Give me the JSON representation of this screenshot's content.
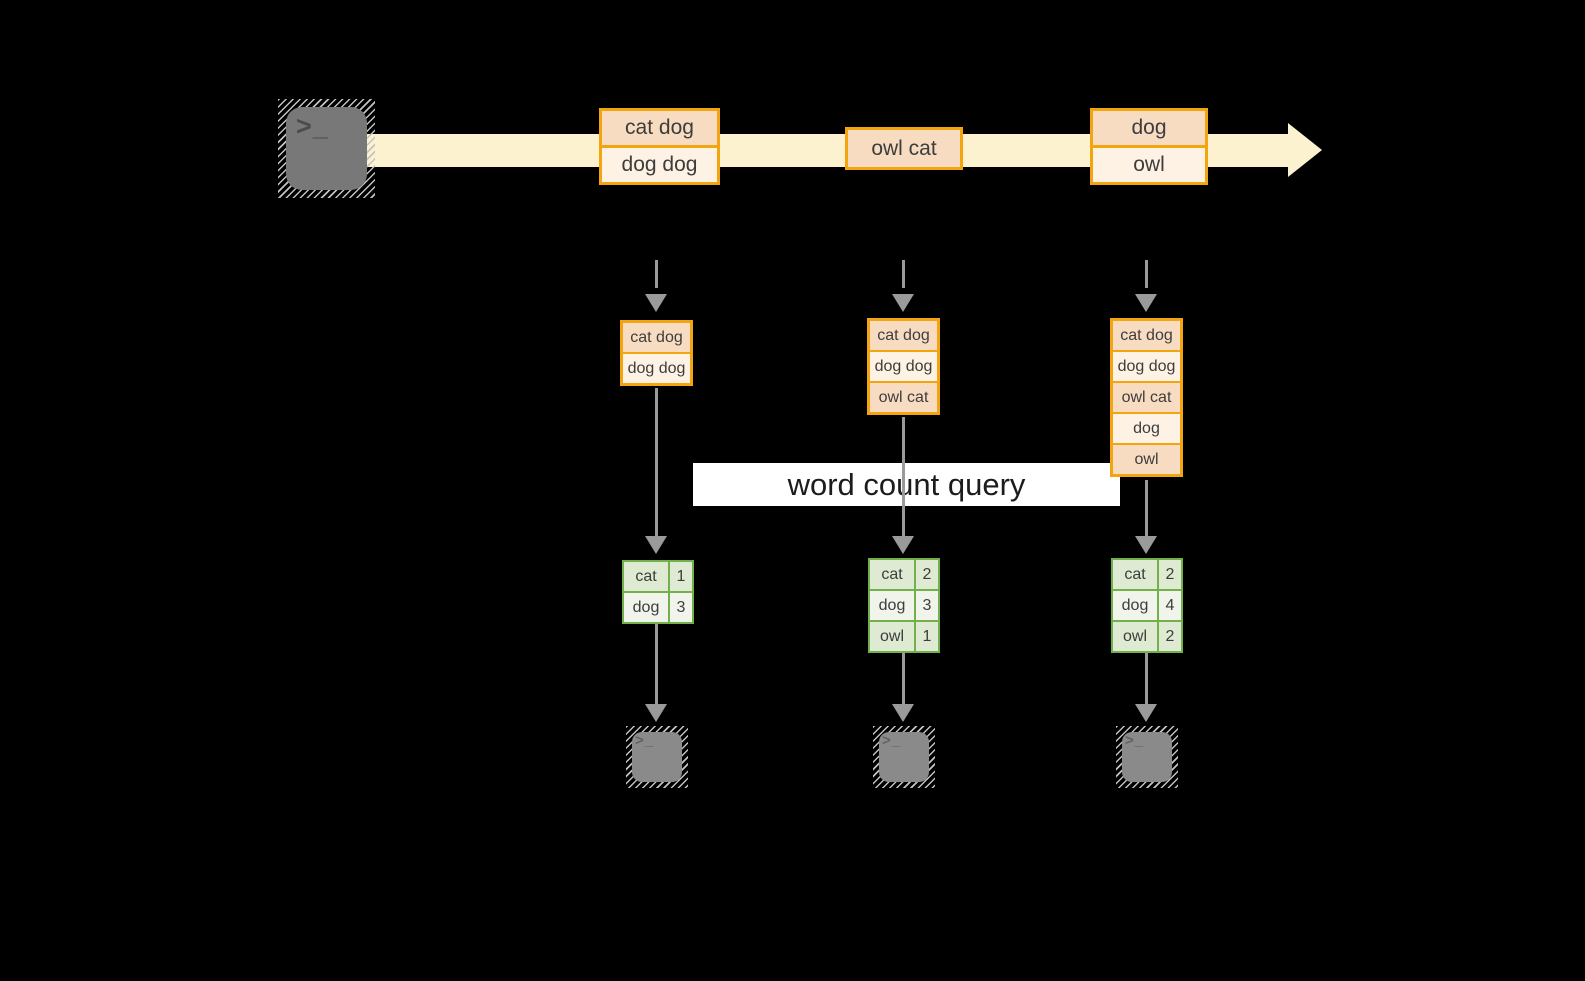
{
  "diagram": {
    "query_label": "word count query",
    "terminal_glyph": ">_",
    "stream_batches": [
      [
        "cat dog",
        "dog dog"
      ],
      [
        "owl cat"
      ],
      [
        "dog",
        "owl"
      ]
    ],
    "micro_batches": [
      [
        "cat dog",
        "dog dog"
      ],
      [
        "cat dog",
        "dog dog",
        "owl cat"
      ],
      [
        "cat dog",
        "dog dog",
        "owl cat",
        "dog",
        "owl"
      ]
    ],
    "result_tables": [
      [
        [
          "cat",
          "1"
        ],
        [
          "dog",
          "3"
        ]
      ],
      [
        [
          "cat",
          "2"
        ],
        [
          "dog",
          "3"
        ],
        [
          "owl",
          "1"
        ]
      ],
      [
        [
          "cat",
          "2"
        ],
        [
          "dog",
          "4"
        ],
        [
          "owl",
          "2"
        ]
      ]
    ],
    "colors": {
      "background": "#000000",
      "stream_band": "#fcf2d0",
      "box_border": "#f2a50f",
      "box_fill_dark": "#f8dcc1",
      "box_fill_light": "#fdf2e4",
      "table_border": "#72b04c",
      "table_fill_dark": "#dfead2",
      "table_fill_light": "#f0f4ea",
      "arrow": "#9a9a9a",
      "terminal": "#787878",
      "label_background": "#ffffff",
      "text": "#3d3d3d"
    }
  }
}
